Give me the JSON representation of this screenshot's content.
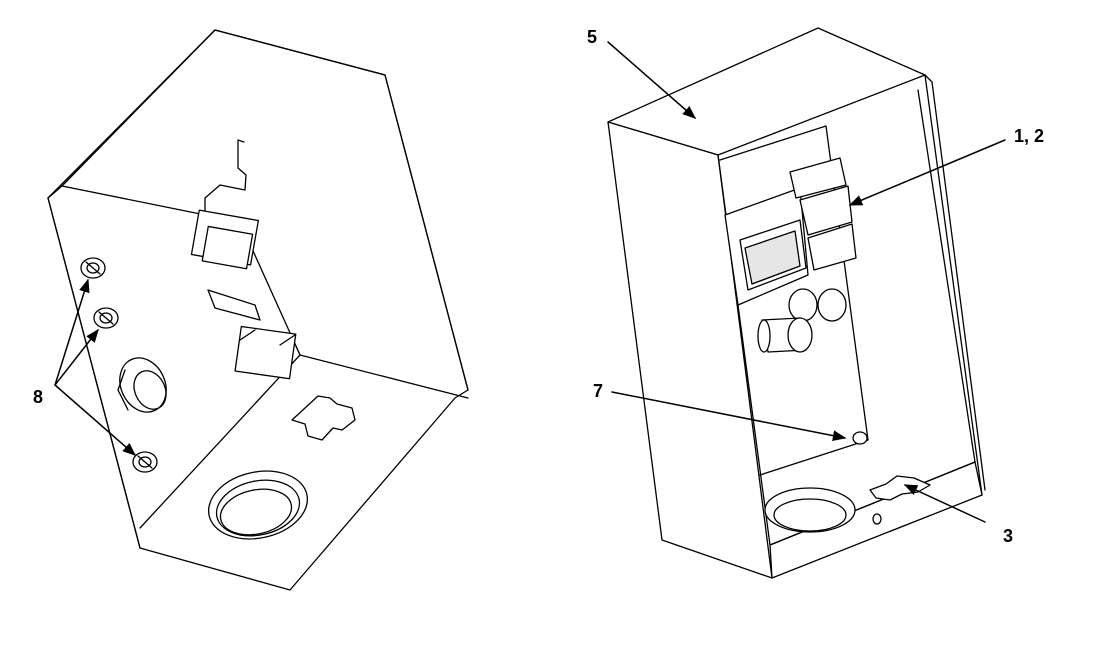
{
  "diagram": {
    "callouts": {
      "c1": "1, 2",
      "c3": "3",
      "c5": "5",
      "c7": "7",
      "c8": "8"
    },
    "colors": {
      "stroke": "#000000",
      "fill": "#ffffff",
      "shade": "#e6e6e6"
    }
  }
}
